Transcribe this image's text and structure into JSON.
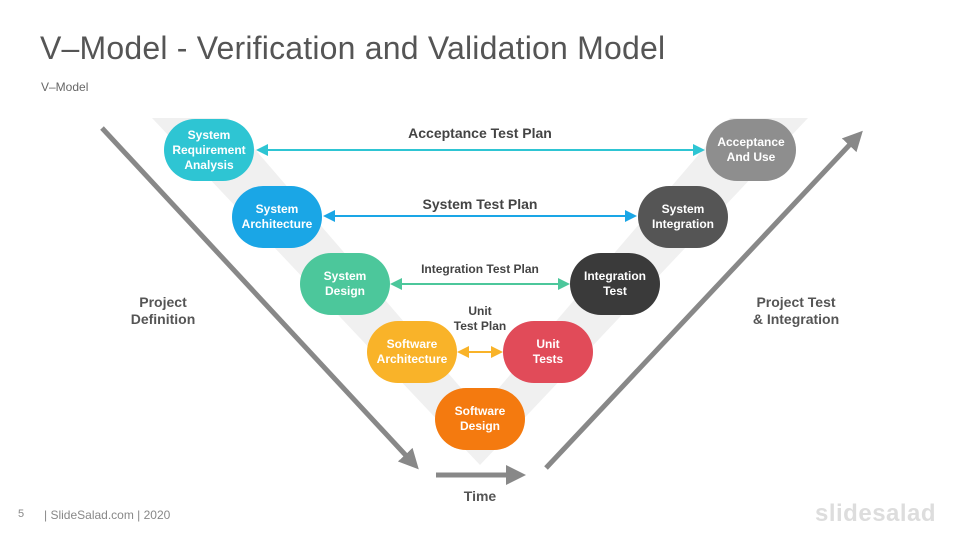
{
  "title": "V–Model - Verification and Validation Model",
  "subtitle": "V–Model",
  "colors": {
    "system_requirement": "#2ec5d3",
    "system_architecture": "#1aa6e6",
    "system_design": "#4cc79b",
    "software_architecture": "#f9b329",
    "software_design": "#f47a0f",
    "unit_tests": "#e14b59",
    "integration_test": "#3a3a3a",
    "system_integration": "#555555",
    "acceptance": "#8e8e8e",
    "arrow_grey": "#888888",
    "v_band": "#f0f0f0"
  },
  "left_nodes": [
    {
      "label": "System\nRequirement\nAnalysis",
      "color": "#2ec5d3"
    },
    {
      "label": "System\nArchitecture",
      "color": "#1aa6e6"
    },
    {
      "label": "System\nDesign",
      "color": "#4cc79b"
    },
    {
      "label": "Software\nArchitecture",
      "color": "#f9b329"
    }
  ],
  "bottom_node": {
    "label": "Software\nDesign",
    "color": "#f47a0f"
  },
  "right_nodes": [
    {
      "label": "Acceptance\nAnd Use",
      "color": "#8e8e8e"
    },
    {
      "label": "System\nIntegration",
      "color": "#555555"
    },
    {
      "label": "Integration\nTest",
      "color": "#3a3a3a"
    },
    {
      "label": "Unit\nTests",
      "color": "#e14b59"
    }
  ],
  "plans": [
    {
      "label": "Acceptance Test Plan",
      "color": "#2ec5d3"
    },
    {
      "label": "System Test Plan",
      "color": "#1aa6e6"
    },
    {
      "label": "Integration Test Plan",
      "color": "#4cc79b"
    },
    {
      "label": "Unit\nTest Plan",
      "color": "#f9b329"
    }
  ],
  "left_side_label": "Project\nDefinition",
  "right_side_label": "Project Test\n& Integration",
  "time_label": "Time",
  "footer": {
    "page_number": "5",
    "credit": "| SlideSalad.com | 2020",
    "brand": "slidesalad"
  }
}
